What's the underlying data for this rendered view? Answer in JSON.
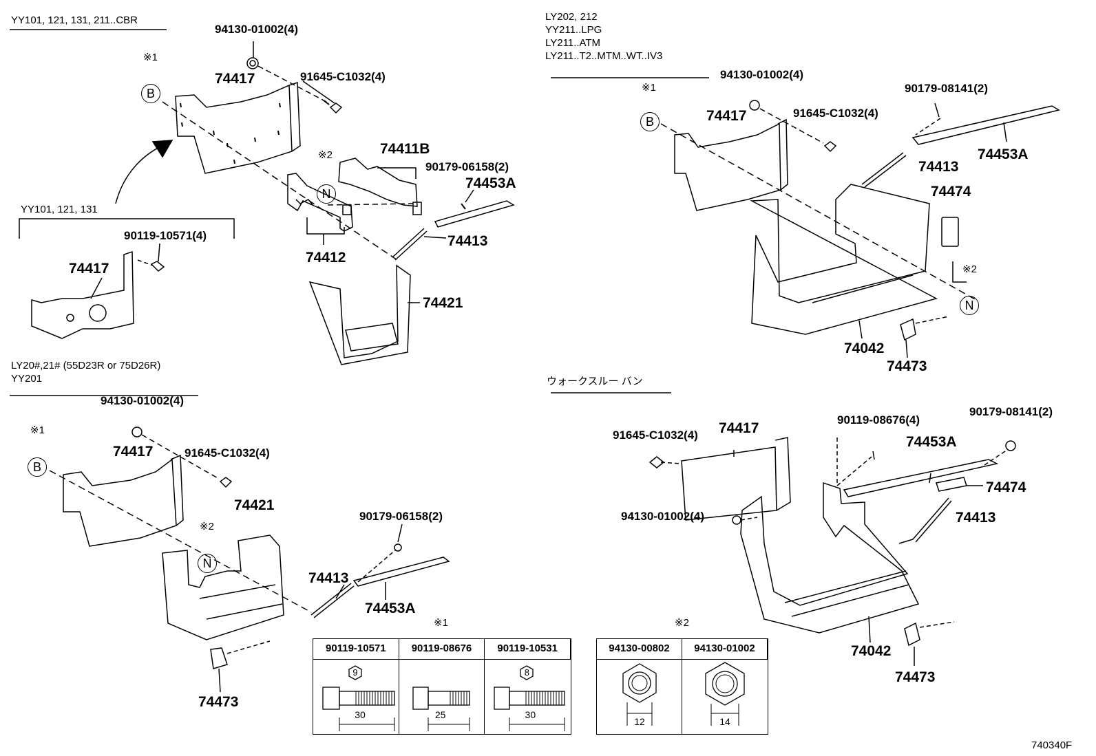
{
  "sections": {
    "topleft": {
      "heading": "YY101, 121, 131, 211..CBR"
    },
    "inset": {
      "heading": "YY101, 121, 131"
    },
    "topright": {
      "heading_lines": [
        "LY202, 212",
        "YY211..LPG",
        "LY211..ATM",
        "LY211..T2..MTM..WT..IV3"
      ]
    },
    "bottomleft": {
      "heading_lines": [
        "LY20#,21# (55D23R or 75D26R)",
        "YY201"
      ]
    },
    "bottomright": {
      "heading": "ウォークスルー バン"
    }
  },
  "labels": {
    "tl_nut": "94130-01002(4)",
    "tl_bolt": "91645-C1032(4)",
    "tl_b": "B",
    "tl_mark1": "※1",
    "tl_74417": "74417",
    "tl_mark2": "※2",
    "tl_n": "N",
    "tl_74411b": "74411B",
    "tl_90179": "90179-06158(2)",
    "tl_74453a": "74453A",
    "tl_74413": "74413",
    "tl_74412": "74412",
    "tl_74421": "74421",
    "in_90119": "90119-10571(4)",
    "in_74417": "74417",
    "tr_nut": "94130-01002(4)",
    "tr_mark1": "※1",
    "tr_b": "B",
    "tr_74417": "74417",
    "tr_bolt": "91645-C1032(4)",
    "tr_90179": "90179-08141(2)",
    "tr_74453a": "74453A",
    "tr_74413": "74413",
    "tr_74474": "74474",
    "tr_mark2": "※2",
    "tr_n": "N",
    "tr_74042": "74042",
    "tr_74473": "74473",
    "bl_nut": "94130-01002(4)",
    "bl_mark1": "※1",
    "bl_b": "B",
    "bl_74417": "74417",
    "bl_bolt": "91645-C1032(4)",
    "bl_74421": "74421",
    "bl_mark2": "※2",
    "bl_n": "N",
    "bl_90179": "90179-06158(2)",
    "bl_74413": "74413",
    "bl_74453a": "74453A",
    "bl_74473": "74473",
    "br_bolt": "91645-C1032(4)",
    "br_74417": "74417",
    "br_90119": "90119-08676(4)",
    "br_90179": "90179-08141(2)",
    "br_74453a": "74453A",
    "br_74474": "74474",
    "br_nut": "94130-01002(4)",
    "br_74413": "74413",
    "br_74042": "74042",
    "br_74473": "74473"
  },
  "table1": {
    "mark": "※1",
    "columns": [
      {
        "part": "90119-10571",
        "badge": "9",
        "length": "30"
      },
      {
        "part": "90119-08676",
        "badge": "",
        "length": "25"
      },
      {
        "part": "90119-10531",
        "badge": "8",
        "length": "30"
      }
    ]
  },
  "table2": {
    "mark": "※2",
    "columns": [
      {
        "part": "94130-00802",
        "size": "12"
      },
      {
        "part": "94130-01002",
        "size": "14"
      }
    ]
  },
  "diagram_code": "740340F"
}
